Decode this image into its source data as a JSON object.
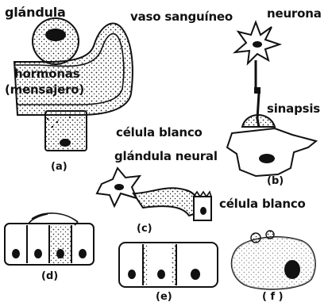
{
  "labels": {
    "glandula": "glándula",
    "vaso": "vaso sanguíneo",
    "neurona": "neurona",
    "hormonas": "hormonas",
    "mensajero": "(mensajero)",
    "sinapsis": "sinapsis",
    "celula_blanco_top": "célula blanco",
    "glandula_neural": "glándula neural",
    "celula_blanco_c": "célula blanco"
  },
  "panels": [
    "(a)",
    "(b)",
    "(c)",
    "(d)",
    "(e)",
    "( f )"
  ]
}
